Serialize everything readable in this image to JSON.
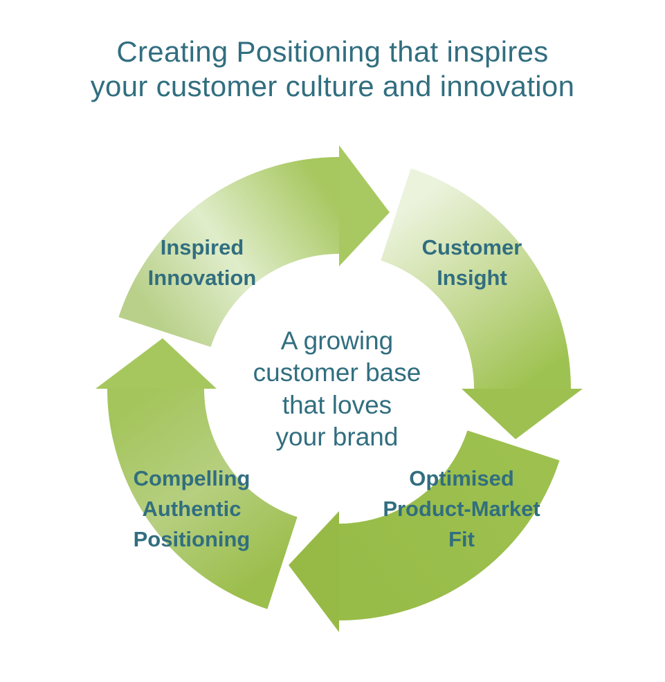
{
  "title": "Creating Positioning that inspires\nyour customer culture and innovation",
  "cycle": {
    "center_text": "A growing\ncustomer base\nthat loves\nyour brand",
    "labels": {
      "inspired_innovation": "Inspired\nInnovation",
      "customer_insight": "Customer\nInsight",
      "optimised_product_market_fit": "Optimised\nProduct-Market\nFit",
      "compelling_authentic_positioning": "Compelling\nAuthentic\nPositioning"
    },
    "flow_direction": "clockwise"
  },
  "colors": {
    "teal": "#316e7f",
    "green_mid": "#a6c75f",
    "green_light": "#eaf2dc",
    "background": "#ffffff"
  }
}
